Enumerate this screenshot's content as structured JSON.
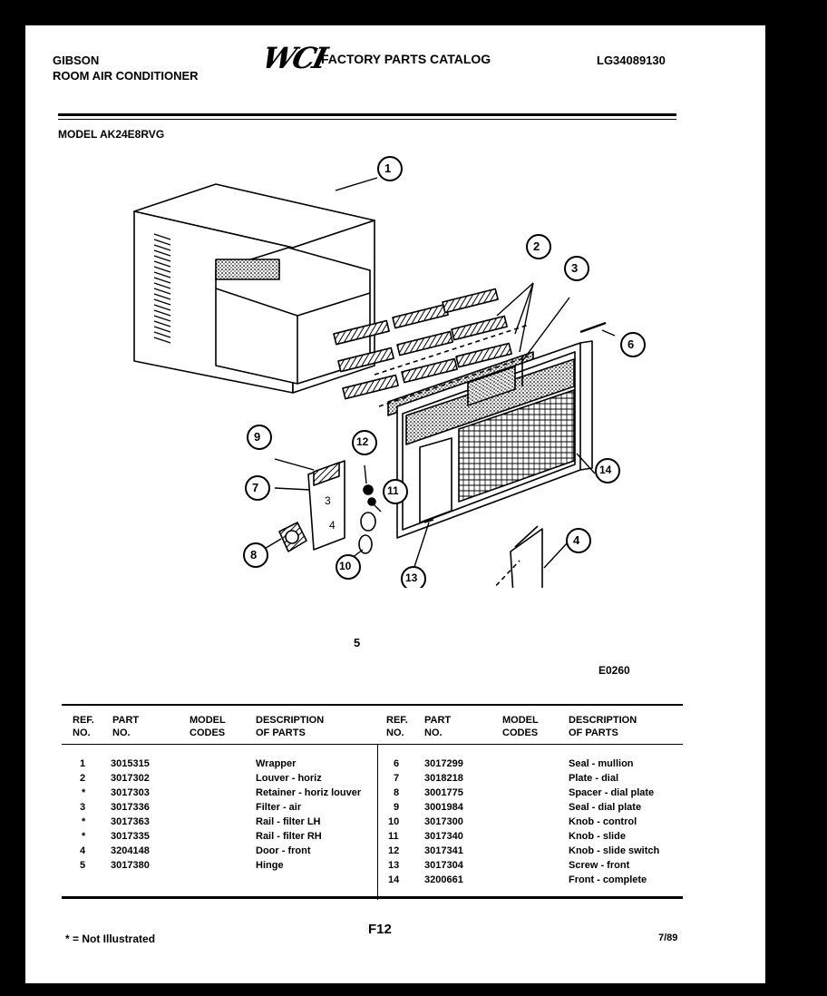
{
  "header": {
    "brand": "GIBSON",
    "product": "ROOM AIR CONDITIONER",
    "logo": "WCI",
    "catalog_title": "FACTORY PARTS CATALOG",
    "catalog_number": "LG34089130",
    "model_line": "MODEL AK24E8RVG"
  },
  "diagram": {
    "code": "E0260",
    "callouts": [
      "1",
      "2",
      "3",
      "4",
      "5",
      "6",
      "7",
      "8",
      "9",
      "10",
      "11",
      "12",
      "13",
      "14"
    ]
  },
  "table": {
    "headers": {
      "ref_no": [
        "REF.",
        "NO."
      ],
      "part_no": [
        "PART",
        "NO."
      ],
      "model_codes": [
        "MODEL",
        "CODES"
      ],
      "description": [
        "DESCRIPTION",
        "OF PARTS"
      ]
    },
    "left_rows": [
      {
        "ref": "1",
        "part": "3015315",
        "desc": "Wrapper"
      },
      {
        "ref": "2",
        "part": "3017302",
        "desc": "Louver - horiz"
      },
      {
        "ref": "*",
        "part": "3017303",
        "desc": "Retainer - horiz louver"
      },
      {
        "ref": "3",
        "part": "3017336",
        "desc": "Filter - air"
      },
      {
        "ref": "*",
        "part": "3017363",
        "desc": "Rail - filter LH"
      },
      {
        "ref": "*",
        "part": "3017335",
        "desc": "Rail - filter RH"
      },
      {
        "ref": "4",
        "part": "3204148",
        "desc": "Door - front"
      },
      {
        "ref": "5",
        "part": "3017380",
        "desc": "Hinge"
      }
    ],
    "right_rows": [
      {
        "ref": "6",
        "part": "3017299",
        "desc": "Seal - mullion"
      },
      {
        "ref": "7",
        "part": "3018218",
        "desc": "Plate - dial"
      },
      {
        "ref": "8",
        "part": "3001775",
        "desc": "Spacer - dial plate"
      },
      {
        "ref": "9",
        "part": "3001984",
        "desc": "Seal - dial plate"
      },
      {
        "ref": "10",
        "part": "3017300",
        "desc": "Knob - control"
      },
      {
        "ref": "11",
        "part": "3017340",
        "desc": "Knob - slide"
      },
      {
        "ref": "12",
        "part": "3017341",
        "desc": "Knob - slide switch"
      },
      {
        "ref": "13",
        "part": "3017304",
        "desc": "Screw - front"
      },
      {
        "ref": "14",
        "part": "3200661",
        "desc": "Front - complete"
      }
    ]
  },
  "footer": {
    "note": "* = Not Illustrated",
    "page": "F12",
    "date": "7/89"
  }
}
